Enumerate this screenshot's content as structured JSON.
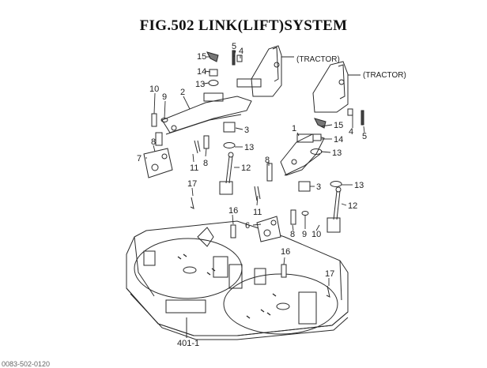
{
  "figure": {
    "title": "FIG.502  LINK(LIFT)SYSTEM",
    "tractor_label": "(TRACTOR)",
    "deck_label": "401-1",
    "footer_code": "0083-502-0120"
  },
  "callouts": [
    "1",
    "2",
    "3",
    "4",
    "5",
    "6",
    "7",
    "8",
    "9",
    "10",
    "11",
    "12",
    "13",
    "14",
    "15",
    "16",
    "17"
  ],
  "colors": {
    "line": "#2a2a2a",
    "fill": "#ffffff",
    "shade": "#9a9a9a"
  }
}
